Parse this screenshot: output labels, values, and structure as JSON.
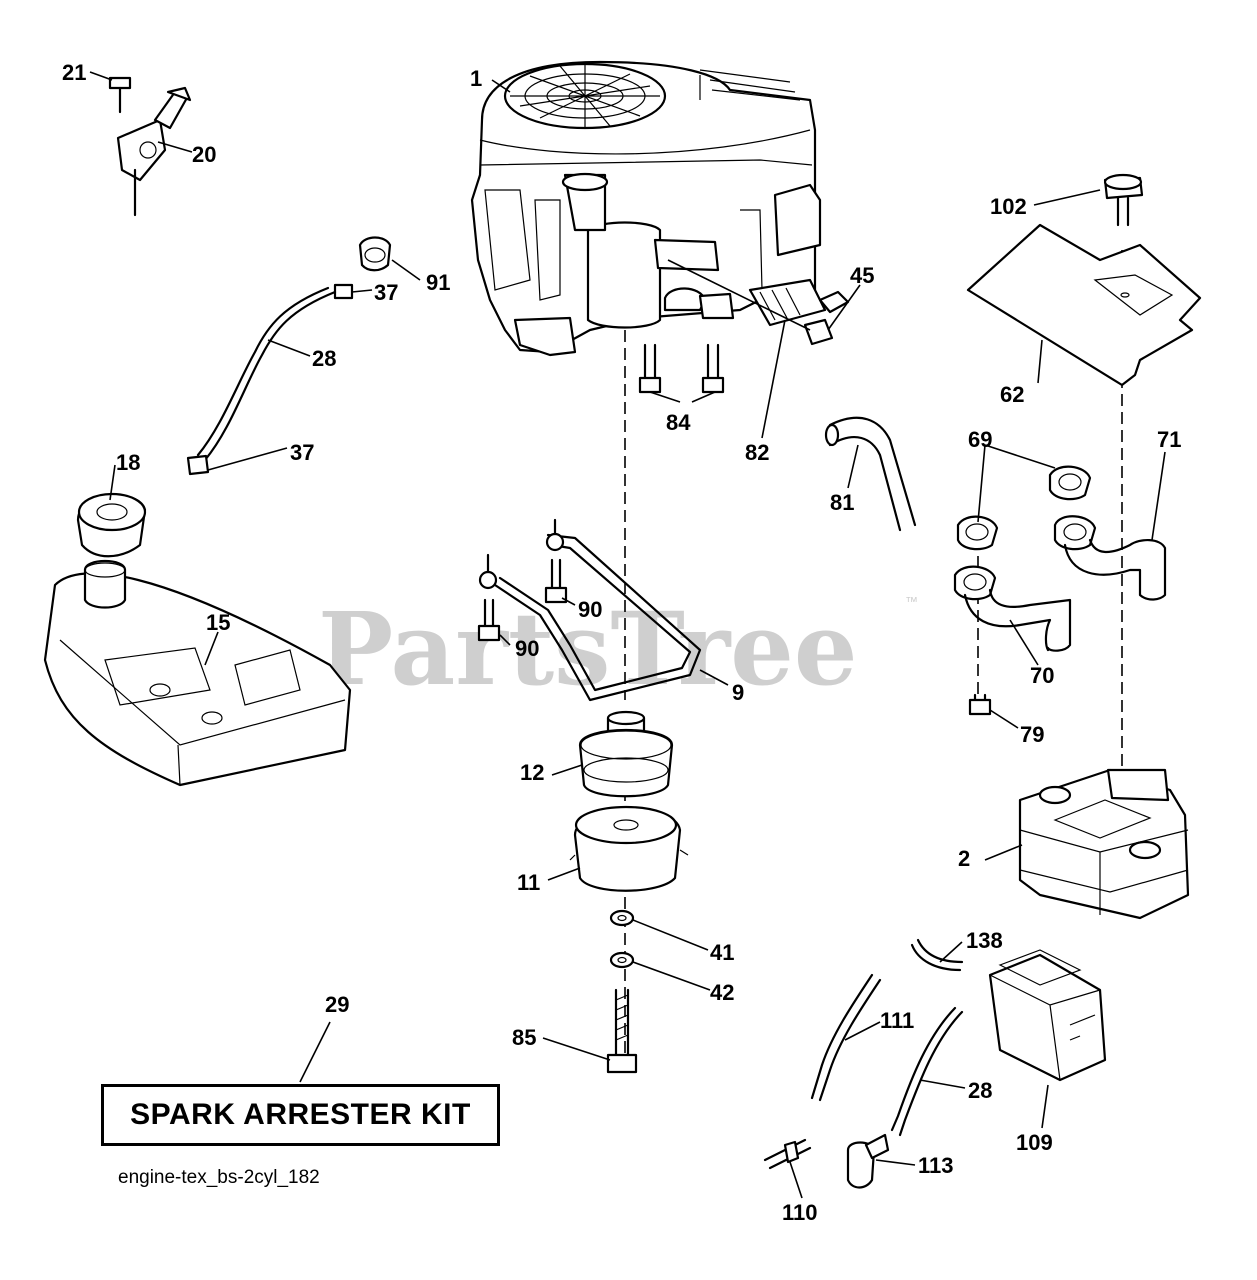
{
  "diagram": {
    "watermark": "PartsTree",
    "trademark": "™",
    "kit_label": "SPARK ARRESTER KIT",
    "diagram_id": "engine-tex_bs-2cyl_182",
    "callouts": [
      "1",
      "2",
      "9",
      "11",
      "12",
      "15",
      "18",
      "20",
      "21",
      "28",
      "28",
      "29",
      "37",
      "37",
      "41",
      "42",
      "45",
      "62",
      "69",
      "70",
      "71",
      "79",
      "81",
      "82",
      "84",
      "85",
      "90",
      "90",
      "91",
      "102",
      "109",
      "110",
      "111",
      "113",
      "138"
    ]
  }
}
